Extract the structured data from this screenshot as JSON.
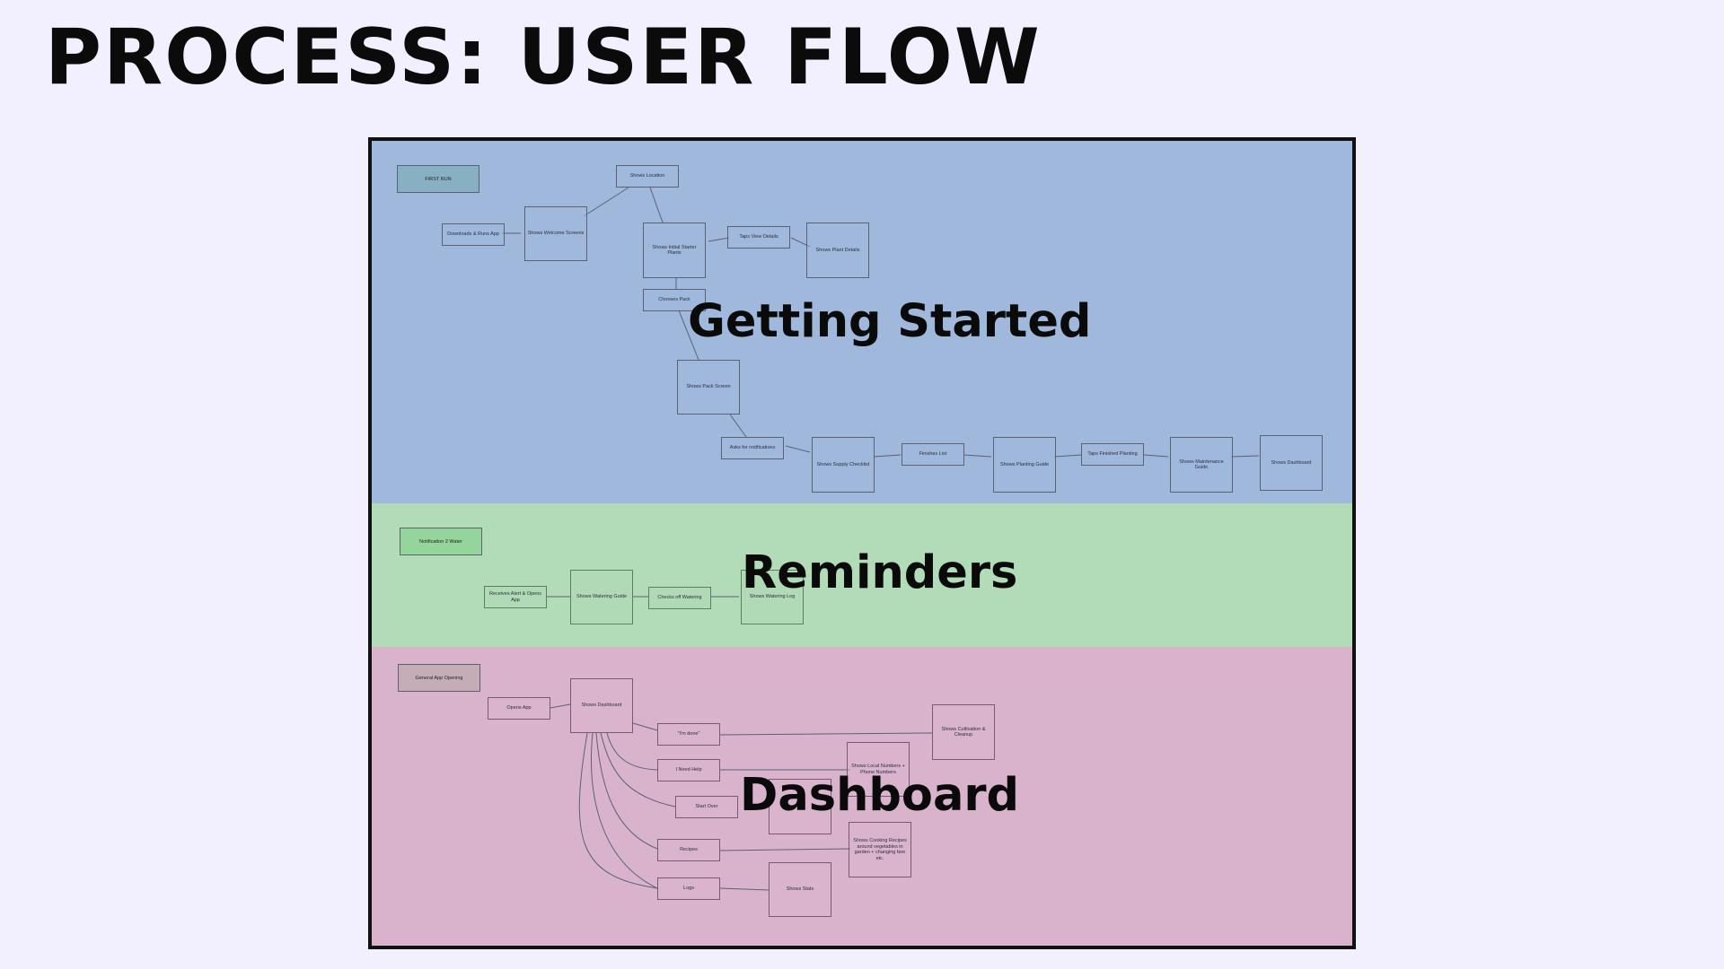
{
  "title": "PROCESS: USER FLOW",
  "colors": {
    "background": "#f2f0fe",
    "getting_started": "#9fb8dc",
    "reminders": "#b2dbb8",
    "dashboard": "#d9b3cc"
  },
  "sections": {
    "getting_started": {
      "label": "Getting Started",
      "tag": "FIRST RUN",
      "nodes": {
        "downloads": "Downloads & Runs App",
        "welcome": "Shows Welcome Screens",
        "location": "Shows Location",
        "initial_plants": "Shows Initial Starter Plants",
        "taps_view": "Taps View Details",
        "plant_details": "Shows Plant Details",
        "chooses_pack": "Chooses Pack",
        "pack_screen": "Shows Pack Screen",
        "notifications": "Asks for notifications",
        "supply": "Shows Supply Checklist",
        "finishes_list": "Finishes List",
        "planting_guide": "Shows Planting Guide",
        "taps_finished": "Taps Finished Planting",
        "maintenance": "Shows Maintenance Guide",
        "dashboard": "Shows Dashboard"
      }
    },
    "reminders": {
      "label": "Reminders",
      "tag": "Notification 2 Water",
      "nodes": {
        "receives": "Receives Alert & Opens App",
        "watering_guide": "Shows Watering Guide",
        "checks": "Checks off Watering",
        "watering_log": "Shows Watering Log"
      }
    },
    "dashboard": {
      "label": "Dashboard",
      "tag": "General App Opening",
      "nodes": {
        "opens": "Opens App",
        "shows_dashboard": "Shows Dashboard",
        "im_done": "\"I'm done\"",
        "need_help": "I Need Help",
        "start_over": "Start Over",
        "recipes": "Recipes",
        "logs": "Logs",
        "cultivation": "Shows Cultivation & Cleanup",
        "local_numbers": "Shows Local Numbers + Phone Numbers",
        "cooking": "Shows Cooking Recipes around vegetables in garden + changing fare etc.",
        "stats": "Shows Stats"
      }
    }
  }
}
